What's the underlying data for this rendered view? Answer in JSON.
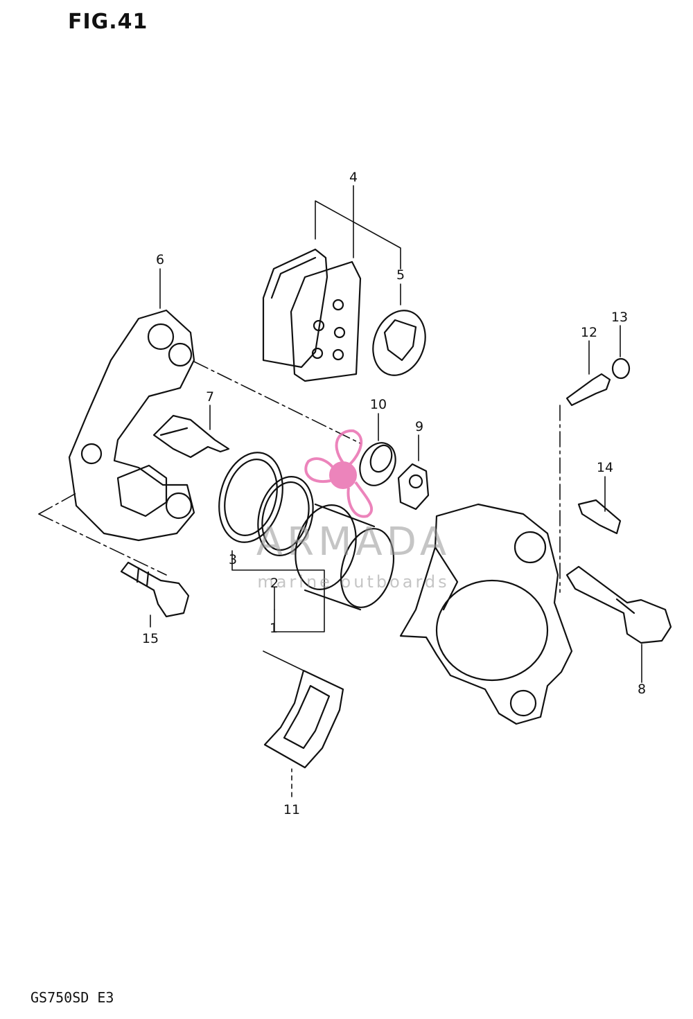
{
  "figure": {
    "title": "FIG.41",
    "model_code": "GS750SD E3"
  },
  "watermark": {
    "brand": "ARMADA",
    "tagline": "marine outboards",
    "accent_color": "#e96fb0",
    "text_color": "#969696"
  },
  "callouts": {
    "c1": "1",
    "c2": "2",
    "c3": "3",
    "c4": "4",
    "c5": "5",
    "c6": "6",
    "c7": "7",
    "c8": "8",
    "c9": "9",
    "c10": "10",
    "c11": "11",
    "c12": "12",
    "c13": "13",
    "c14": "14",
    "c15": "15"
  },
  "colors": {
    "ink": "#111111",
    "paper": "#ffffff"
  }
}
